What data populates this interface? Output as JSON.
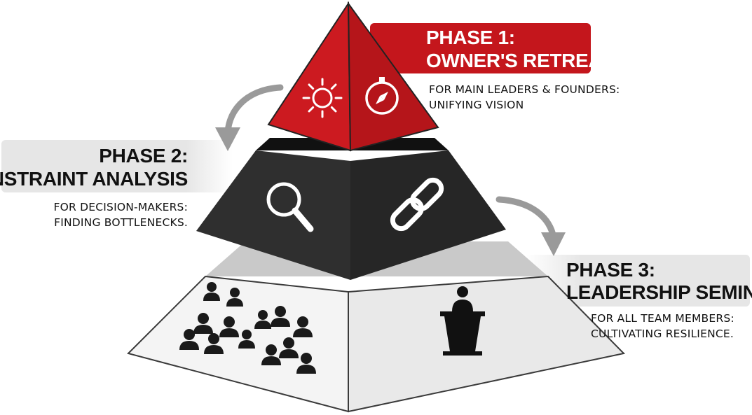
{
  "phases": [
    {
      "title_line1": "PHASE 1:",
      "title_line2": "OWNER'S RETREAT",
      "desc_line1": "FOR MAIN LEADERS & FOUNDERS:",
      "desc_line2": "UNIFYING VISION",
      "color": "#c4161c",
      "icons": [
        "sun-icon",
        "compass-icon"
      ]
    },
    {
      "title_line1": "PHASE 2:",
      "title_line2": "CONSTRAINT ANALYSIS",
      "desc_line1": "FOR DECISION-MAKERS:",
      "desc_line2": "FINDING BOTTLENECKS.",
      "color": "#2b2b2b",
      "icons": [
        "magnifying-glass-icon",
        "chain-link-icon"
      ]
    },
    {
      "title_line1": "PHASE 3:",
      "title_line2": "LEADERSHIP SEMINARS",
      "desc_line1": "FOR ALL TEAM MEMBERS:",
      "desc_line2": "CULTIVATING RESILIENCE.",
      "color": "#ededed",
      "icons": [
        "group-of-people-icon",
        "speaker-at-podium-icon"
      ]
    }
  ]
}
